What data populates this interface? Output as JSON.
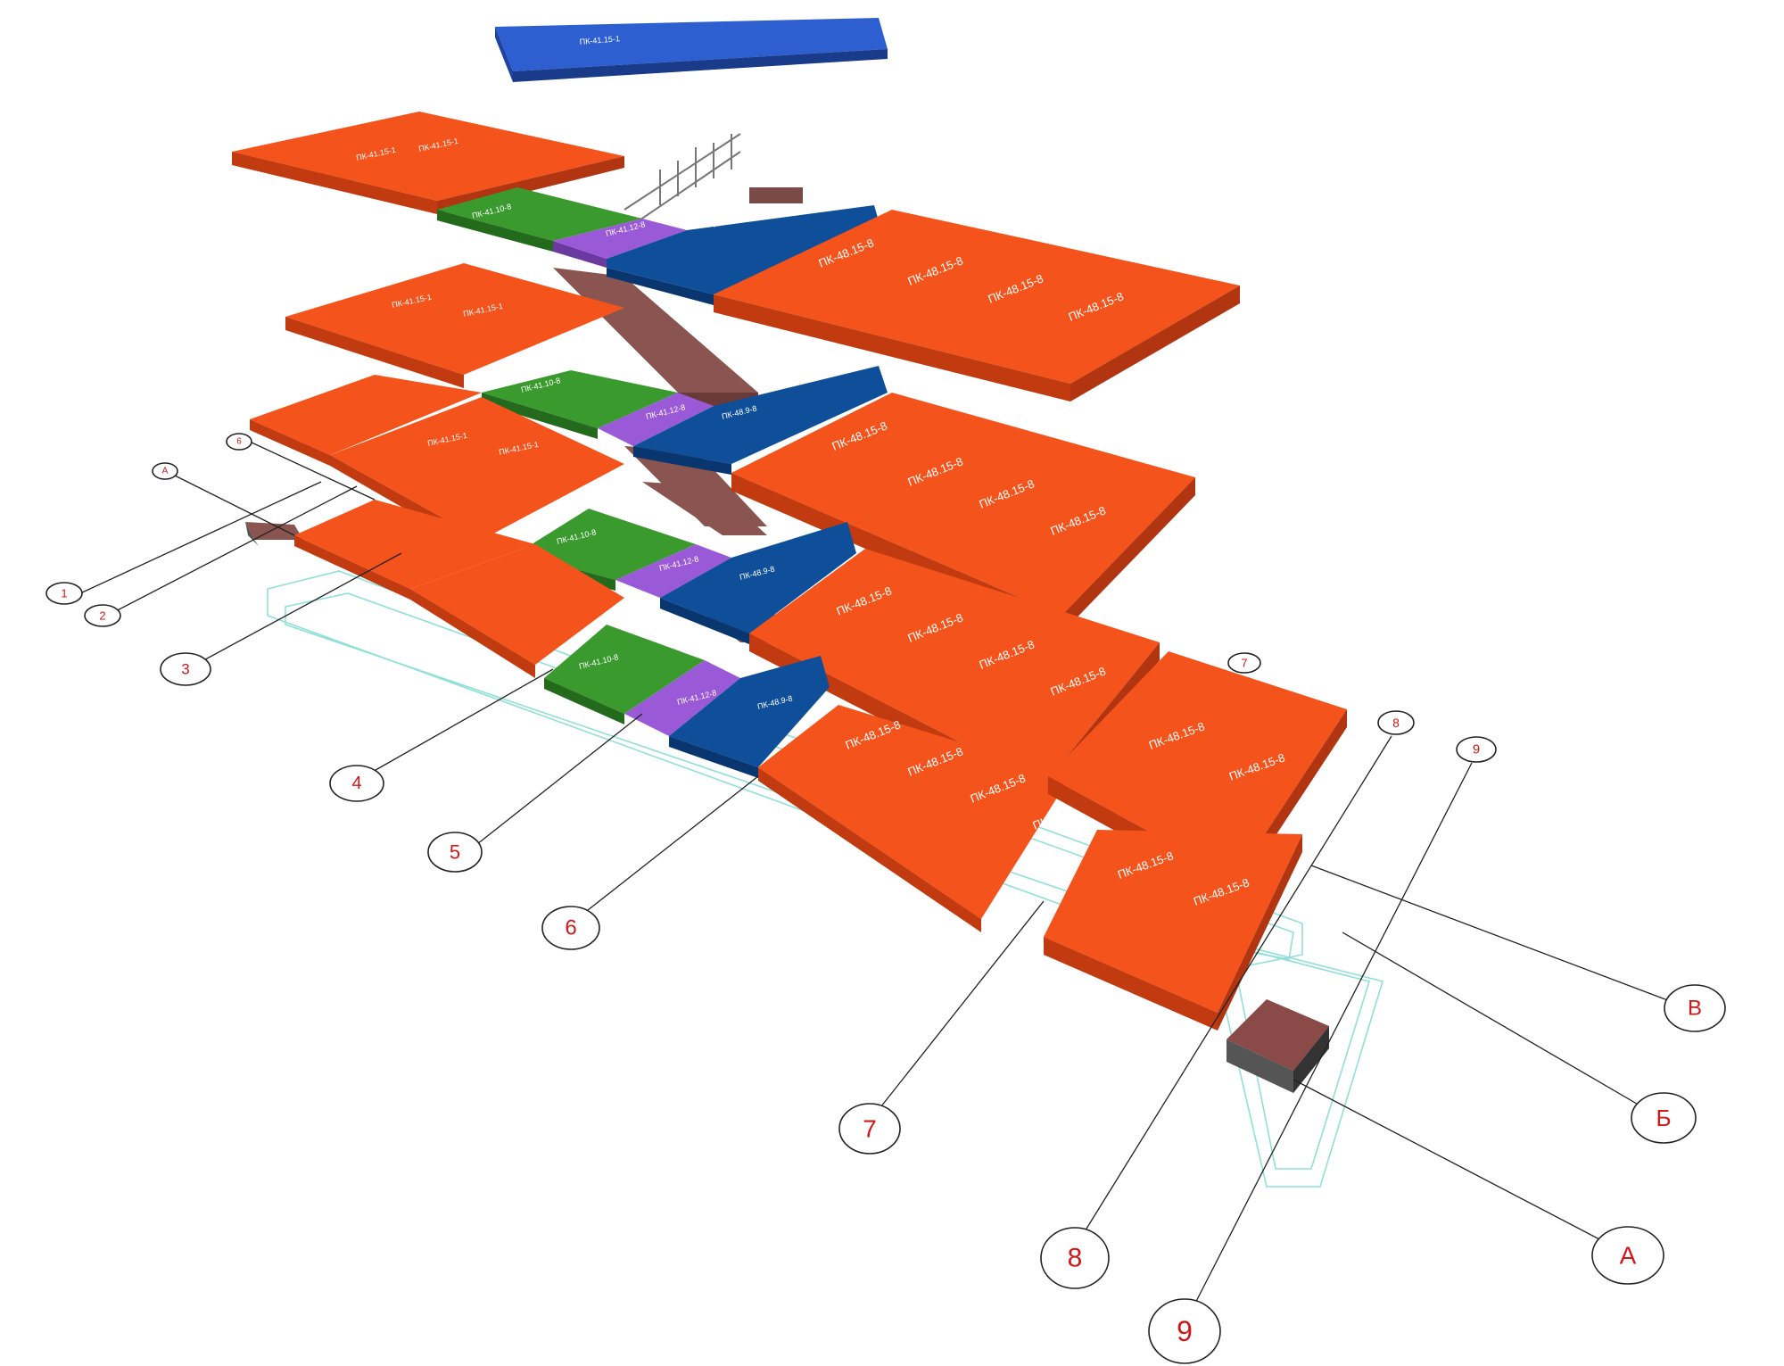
{
  "colors": {
    "slab_orange": "#f5531c",
    "slab_orange_side": "#c23a10",
    "slab_green": "#3a9a2e",
    "slab_green_side": "#246a1c",
    "slab_purple": "#9a5ad8",
    "slab_purple_side": "#6a3aa0",
    "slab_blue": "#0f4f9a",
    "slab_blue_side": "#0a3670",
    "slab_top_blue": "#2d5fd0",
    "stair": "#8a5450",
    "foundation_outline": "#8fe0d6",
    "axis_text": "#d01818"
  },
  "labels": {
    "pk_48_15_8": "ПК-48.15-8",
    "pk_41_10_8": "ПК-41.10-8",
    "pk_41_12_8": "ПК-41.12-8",
    "pk_48_9_8": "ПК-48.9-8",
    "pk_41_15_1": "ПК-41.15-1"
  },
  "axes": {
    "numbers": [
      "1",
      "2",
      "3",
      "4",
      "5",
      "6",
      "7",
      "8",
      "9"
    ],
    "letters": [
      "А",
      "Б",
      "В"
    ]
  }
}
